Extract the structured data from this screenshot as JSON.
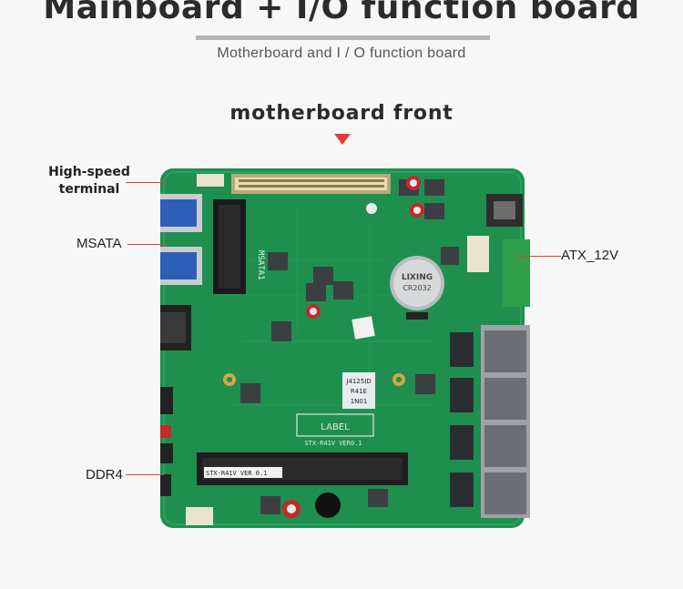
{
  "header": {
    "title": "Mainboard + I/O function board",
    "subtitle": "Motherboard and I / O function board"
  },
  "section": {
    "title": "motherboard front"
  },
  "colors": {
    "accent": "#e8383d",
    "pcb": "#1f8f4f",
    "text": "#2b2b2b"
  },
  "callouts": {
    "high_speed_line1": "High-speed",
    "high_speed_line2": "terminal",
    "msata": "MSATA",
    "ddr4": "DDR4",
    "atx": "ATX_12V"
  },
  "board_markings": {
    "cpu_label_1": "J4125ID",
    "cpu_label_2": "R41E",
    "cpu_label_3": "1N01",
    "label_box": "LABEL",
    "model": "STX-R41V VER0.1",
    "msata_silk": "MSATA1",
    "ram_sticker": "STX-R41V VER 0.1",
    "battery_brand": "LIXING",
    "battery_model": "CR2032"
  }
}
